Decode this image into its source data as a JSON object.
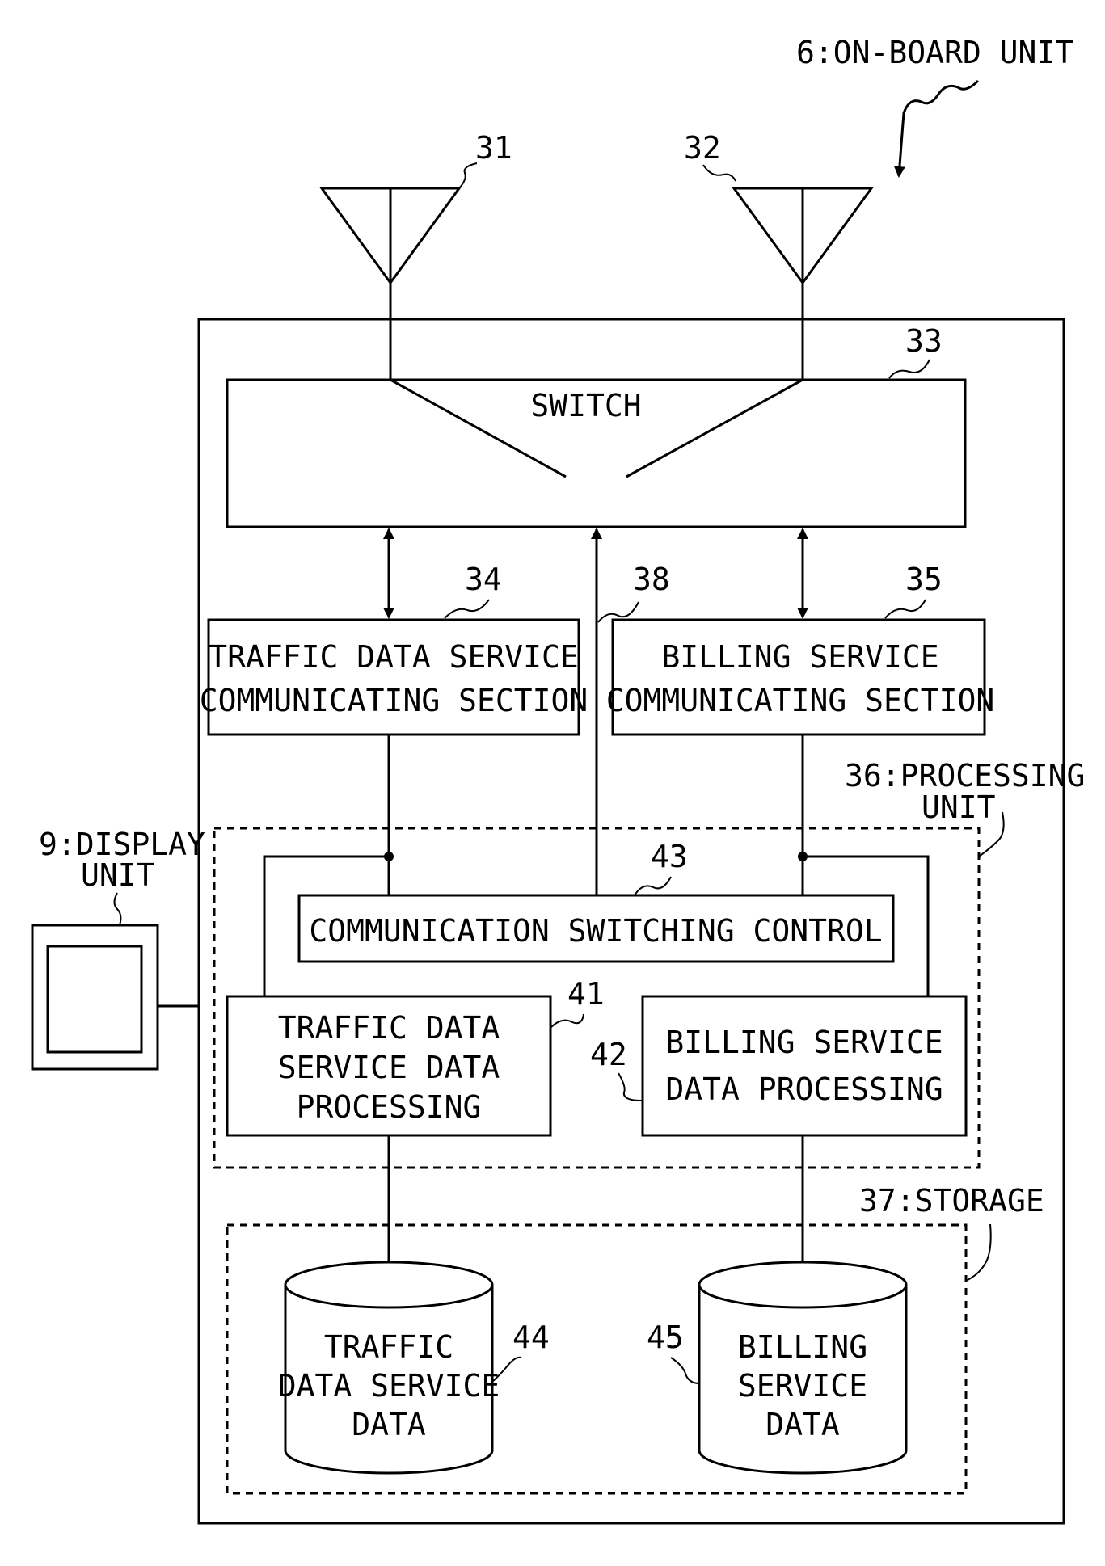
{
  "title": "6:ON-BOARD UNIT",
  "antennas": {
    "left": "31",
    "right": "32"
  },
  "switch": {
    "ref": "33",
    "label": "SWITCH"
  },
  "traffic_comm": {
    "ref": "34",
    "line1": "TRAFFIC DATA SERVICE",
    "line2": "COMMUNICATING SECTION"
  },
  "billing_comm": {
    "ref": "35",
    "line1": "BILLING SERVICE",
    "line2": "COMMUNICATING SECTION"
  },
  "control_line_ref": "38",
  "processing_unit": {
    "line1": "36:PROCESSING",
    "line2": "UNIT"
  },
  "switching_control": {
    "ref": "43",
    "label": "COMMUNICATION SWITCHING CONTROL"
  },
  "traffic_proc": {
    "ref": "41",
    "line1": "TRAFFIC DATA",
    "line2": "SERVICE DATA",
    "line3": "PROCESSING"
  },
  "billing_proc": {
    "ref": "42",
    "line1": "BILLING SERVICE",
    "line2": "DATA PROCESSING"
  },
  "display_unit": {
    "line1": "9:DISPLAY",
    "line2": "UNIT"
  },
  "storage": {
    "label": "37:STORAGE"
  },
  "traffic_db": {
    "ref": "44",
    "line1": "TRAFFIC",
    "line2": "DATA SERVICE",
    "line3": "DATA"
  },
  "billing_db": {
    "ref": "45",
    "line1": "BILLING",
    "line2": "SERVICE",
    "line3": "DATA"
  }
}
